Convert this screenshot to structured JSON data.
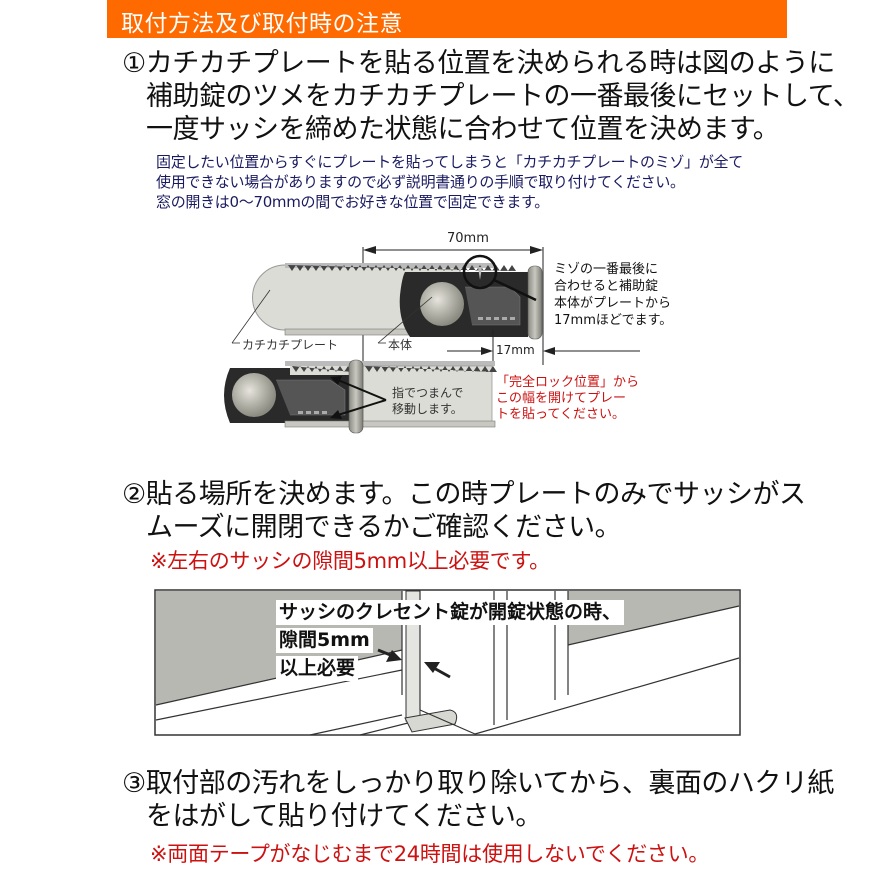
{
  "header": {
    "title": "取付方法及び取付時の注意",
    "color": "#ff6a00"
  },
  "step1": {
    "line1": "①カチカチプレートを貼る位置を決められる時は図のように",
    "line2": "補助錠のツメをカチカチプレートの一番最後にセットして、",
    "line3": "一度サッシを締めた状態に合わせて位置を決めます。",
    "note": {
      "line1": "固定したい位置からすぐにプレートを貼ってしまうと「カチカチプレートのミゾ」が全て",
      "line2": "使用できない場合がありますので必ず説明書通りの手順で取り付けてください。",
      "line3": "窓の開きは0～70mmの間でお好きな位置で固定できます。"
    },
    "diagram": {
      "dimension_70": "70mm",
      "dimension_17": "17mm",
      "label_plate": "カチカチプレート",
      "label_body": "本体",
      "callout": {
        "line1": "ミゾの一番最後に",
        "line2": "合わせると補助錠",
        "line3": "本体がプレートから",
        "line4": "17mmほどでます。"
      },
      "finger": {
        "line1": "指でつまんで",
        "line2": "移動します。"
      },
      "red_note": {
        "line1": "「完全ロック位置」から",
        "line2": "この幅を開けてプレー",
        "line3": "トを貼ってください。"
      }
    }
  },
  "step2": {
    "line1": "②貼る場所を決めます。この時プレートのみでサッシがス",
    "line2": "ムーズに開閉できるかご確認ください。",
    "warning": "※左右のサッシの隙間5mm以上必要です。",
    "diagram": {
      "line1": "サッシのクレセント錠が開錠状態の時、",
      "line2": "隙間5mm",
      "line3": "以上必要"
    }
  },
  "step3": {
    "line1": "③取付部の汚れをしっかり取り除いてから、裏面のハクリ紙",
    "line2": "をはがして貼り付けてください。",
    "warning": "※両面テープがなじむまで24時間は使用しないでください。"
  },
  "colors": {
    "accent": "#ff6a00",
    "warning_red": "#cc1111",
    "note_navy": "#1a1a60"
  }
}
